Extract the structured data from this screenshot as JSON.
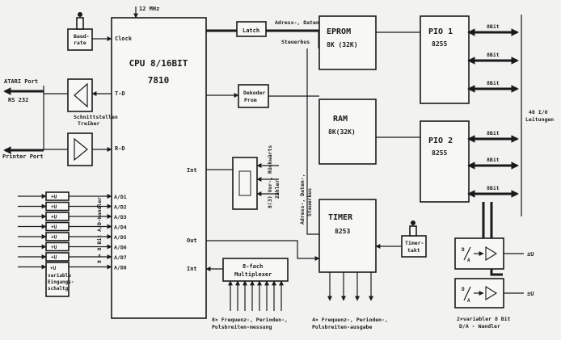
{
  "cpu": {
    "title": "CPU 8/16BIT",
    "model": "7810",
    "clock": "12 MHz",
    "pins": {
      "clock": "Clock",
      "txd": "T-D",
      "rxd": "R-D",
      "int1": "Int",
      "int2": "Int",
      "out": "Out"
    },
    "adc_pins": [
      "A/D1",
      "A/D2",
      "A/D3",
      "A/D4",
      "A/D5",
      "A/D6",
      "A/D7",
      "A/D8"
    ],
    "adc_label": "8 × 8 Bit  A/D-Wandler"
  },
  "baudrate": "Baud-\nrate",
  "atari_port": "ATARI Port",
  "rs232": "RS  232",
  "printer_port": "Printer Port",
  "schnittstellen": "Schnittstellen\nTreiber",
  "latch": "Latch",
  "addr_bus_top": "Adress-, Daten-,\nSteuerbus",
  "decoder": "Dekoder\nProm",
  "counter_label": "8(3) Vor-, Rückwärts\nZähler",
  "addr_bus_mid": "Adress-, Daten-,\nSteuerbus",
  "eprom": {
    "title": "EPROM",
    "size": "8K (32K)"
  },
  "ram": {
    "title": "RAM",
    "size": "8K(32K)"
  },
  "timer": {
    "title": "TIMER",
    "model": "8253"
  },
  "timer_takt": "Timer-\ntakt",
  "pio1": {
    "title": "PIO 1",
    "model": "8255"
  },
  "pio2": {
    "title": "PIO 2",
    "model": "8255"
  },
  "bit_labels": [
    "8Bit",
    "8Bit",
    "8Bit",
    "8Bit",
    "8Bit",
    "8Bit"
  ],
  "io_lines": "48  I/O\nLeitungen",
  "da": {
    "label": "D/A",
    "out": "±U"
  },
  "da_caption": "2×variabler 8 Bit\nD/A - Wandler",
  "plus_u": "+U",
  "variable_input": "variable\nEingangs-\nschaltg",
  "mux": "8-fach\nMultiplexer",
  "mux_caption": "8× Frequenz-, Perioden-,\nPulsbreiten-messung",
  "timer_caption": "4× Frequenz-, Perioden-,\nPulsbreiten-ausgabe"
}
